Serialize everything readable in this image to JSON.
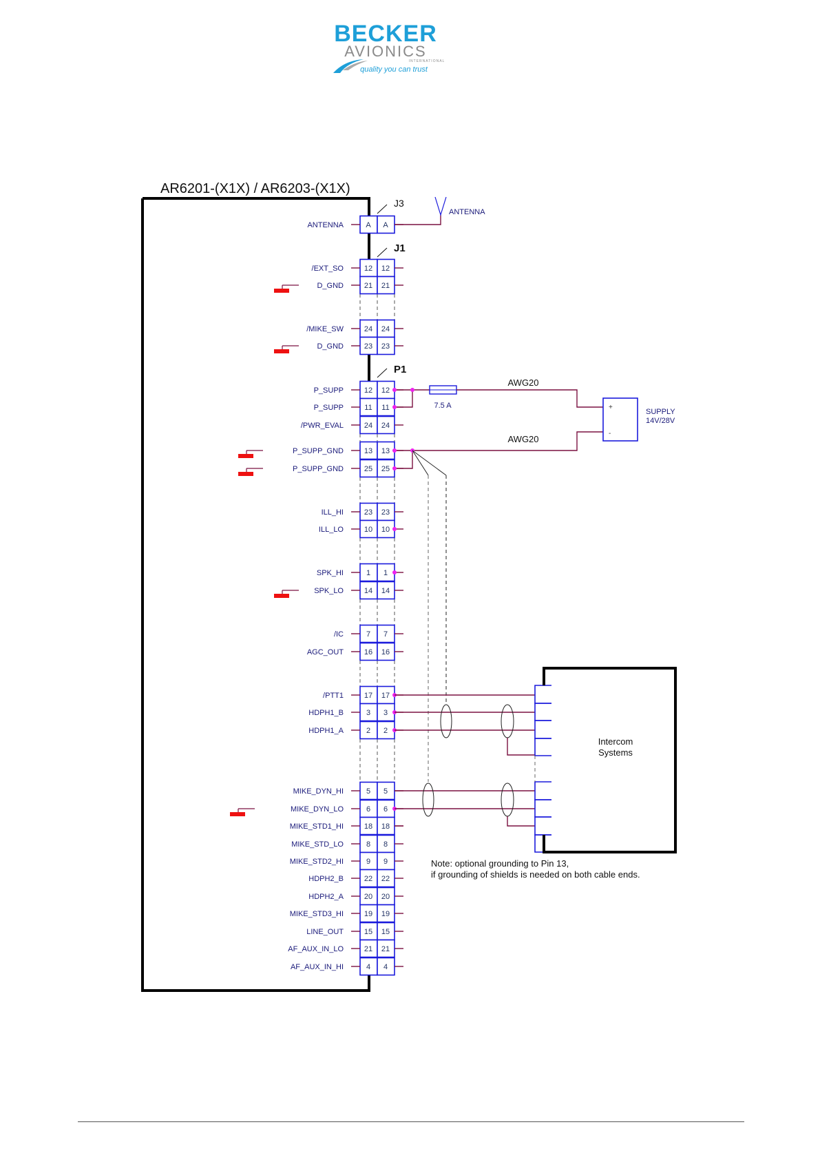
{
  "logo": {
    "line1": "BECKER",
    "line2": "AVIONICS",
    "line3": "INTERNATIONAL",
    "tagline": "quality you can trust",
    "colors": {
      "brand_blue": "#1e9fd8",
      "brand_gray": "#8a8a8a"
    }
  },
  "diagram": {
    "title": "AR6201-(X1X) / AR6203-(X1X)",
    "connectors": {
      "J3": "J3",
      "J1": "J1",
      "P1": "P1"
    },
    "antenna_label": "ANTENNA",
    "fuse_label": "7.5 A",
    "wire_label_top": "AWG20",
    "wire_label_bottom": "AWG20",
    "supply": {
      "label_line1": "SUPPLY",
      "label_line2": "14V/28V",
      "plus": "+",
      "minus": "-"
    },
    "intercom": {
      "label_line1": "Intercom",
      "label_line2": "Systems"
    },
    "note_line1": "Note: optional grounding to Pin 13,",
    "note_line2": "if grounding of shields is needed on both cable ends.",
    "pins": [
      {
        "signal": "ANTENNA",
        "pin": "A",
        "ground": false
      },
      {
        "signal": "/EXT_SO",
        "pin": "12",
        "ground": false
      },
      {
        "signal": "D_GND",
        "pin": "21",
        "ground": true
      },
      {
        "signal": "/MIKE_SW",
        "pin": "24",
        "ground": false
      },
      {
        "signal": "D_GND",
        "pin": "23",
        "ground": true
      },
      {
        "signal": "P_SUPP",
        "pin": "12",
        "ground": false
      },
      {
        "signal": "P_SUPP",
        "pin": "11",
        "ground": false
      },
      {
        "signal": "/PWR_EVAL",
        "pin": "24",
        "ground": false
      },
      {
        "signal": "P_SUPP_GND",
        "pin": "13",
        "ground": true
      },
      {
        "signal": "P_SUPP_GND",
        "pin": "25",
        "ground": true
      },
      {
        "signal": "ILL_HI",
        "pin": "23",
        "ground": false
      },
      {
        "signal": "ILL_LO",
        "pin": "10",
        "ground": false
      },
      {
        "signal": "SPK_HI",
        "pin": "1",
        "ground": false
      },
      {
        "signal": "SPK_LO",
        "pin": "14",
        "ground": true
      },
      {
        "signal": "/IC",
        "pin": "7",
        "ground": false
      },
      {
        "signal": "AGC_OUT",
        "pin": "16",
        "ground": false
      },
      {
        "signal": "/PTT1",
        "pin": "17",
        "ground": false
      },
      {
        "signal": "HDPH1_B",
        "pin": "3",
        "ground": false
      },
      {
        "signal": "HDPH1_A",
        "pin": "2",
        "ground": false
      },
      {
        "signal": "MIKE_DYN_HI",
        "pin": "5",
        "ground": false
      },
      {
        "signal": "MIKE_DYN_LO",
        "pin": "6",
        "ground": true
      },
      {
        "signal": "MIKE_STD1_HI",
        "pin": "18",
        "ground": false
      },
      {
        "signal": "MIKE_STD_LO",
        "pin": "8",
        "ground": false
      },
      {
        "signal": "MIKE_STD2_HI",
        "pin": "9",
        "ground": false
      },
      {
        "signal": "HDPH2_B",
        "pin": "22",
        "ground": false
      },
      {
        "signal": "HDPH2_A",
        "pin": "20",
        "ground": false
      },
      {
        "signal": "MIKE_STD3_HI",
        "pin": "19",
        "ground": false
      },
      {
        "signal": "LINE_OUT",
        "pin": "15",
        "ground": false
      },
      {
        "signal": "AF_AUX_IN_LO",
        "pin": "21",
        "ground": false
      },
      {
        "signal": "AF_AUX_IN_HI",
        "pin": "4",
        "ground": false
      }
    ],
    "colors": {
      "wire": "#7a1040",
      "connector": "#1a1adc",
      "label": "#1a1a7a",
      "ground": "#ee1111",
      "node": "#ee22ee"
    }
  }
}
